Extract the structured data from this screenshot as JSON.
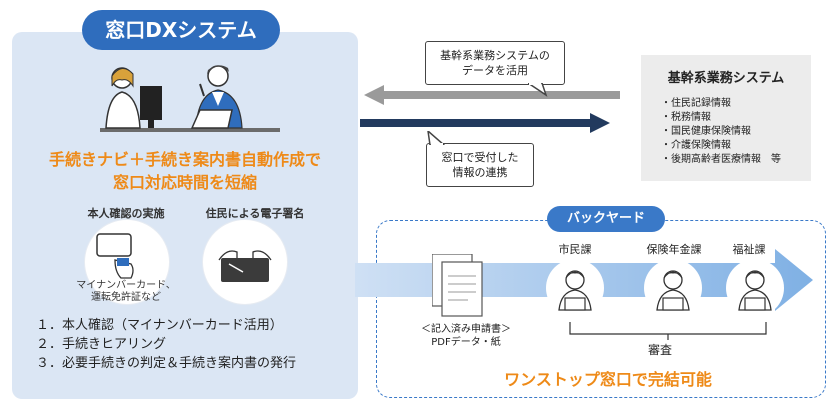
{
  "left": {
    "title": "窓口DXシステム",
    "headline": [
      "手続きナビ＋手続き案内書自動作成で",
      "窓口対応時間を短縮"
    ],
    "id_check_label": "本人確認の実施",
    "esign_label": "住民による電子署名",
    "card_note": [
      "マイナンバーカード、",
      "運転免許証など"
    ],
    "steps": [
      "１．本人確認（マイナンバーカード活用）",
      "２．手続きヒアリング",
      "３．必要手続きの判定＆手続き案内書の発行"
    ]
  },
  "callouts": {
    "top": [
      "基幹系業務システムの",
      "データを活用"
    ],
    "bottom": [
      "窓口で受付した",
      "情報の連携"
    ]
  },
  "core_system": {
    "title": "基幹系業務システム",
    "items": [
      "・住民記録情報",
      "・税務情報",
      "・国民健康保険情報",
      "・介護保険情報",
      "・後期高齢者医療情報　等"
    ]
  },
  "backyard": {
    "title": "バックヤード",
    "departments": [
      "市民課",
      "保険年金課",
      "福祉課"
    ],
    "document_label": [
      "＜記入済み申請書＞",
      "PDFデータ・紙"
    ],
    "review": "審査",
    "footer": "ワンストップ窓口で完結可能"
  },
  "colors": {
    "accent_orange": "#ee8a18",
    "brand_blue": "#2f6dbd",
    "panel_blue": "#dbe6f4",
    "arrow_gray": "#9a9a9a",
    "arrow_navy": "#223a5e"
  }
}
